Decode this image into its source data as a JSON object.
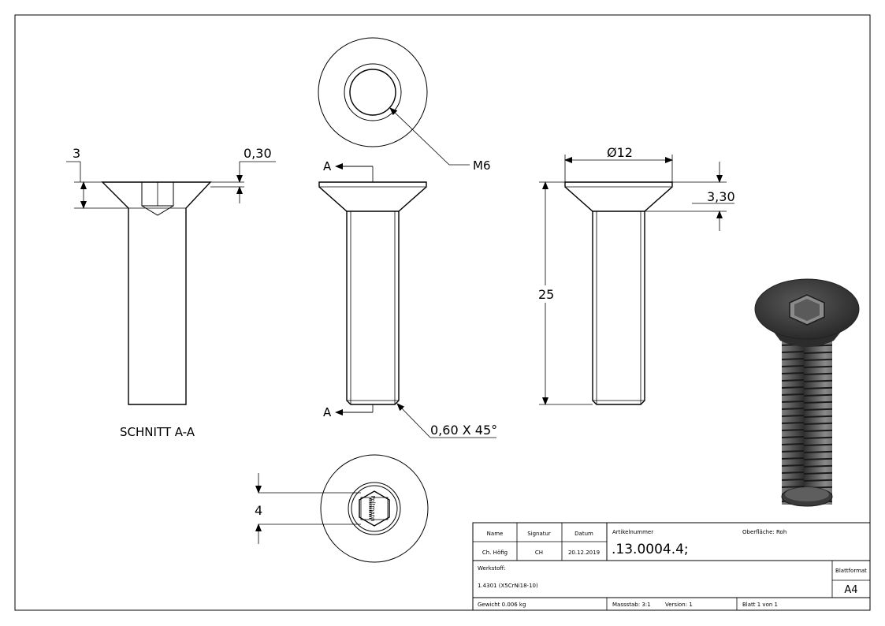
{
  "dimensions": {
    "head_thickness": "3",
    "head_offset": "0,30",
    "head_diameter": "Ø12",
    "head_height": "3,30",
    "length": "25",
    "chamfer": "0,60 X 45°",
    "hex_size": "4",
    "thread": "M6"
  },
  "views": {
    "section_label": "SCHNITT A-A",
    "cut_marker": "A",
    "hex_engraving": "Poltmann"
  },
  "title_block": {
    "headers": {
      "name": "Name",
      "signatur": "Signatur",
      "datum": "Datum"
    },
    "name_value": "Ch. Höfig",
    "signatur_value": "CH",
    "datum_value": "20.12.2019",
    "artikelnummer_label": "Artikelnummer",
    "artikelnummer_value": ".13.0004.4;",
    "oberflaeche": "Oberfläche:  Roh",
    "werkstoff_label": "Werkstoff:",
    "werkstoff_value": "1.4301 (X5CrNi18-10)",
    "blattformat_label": "Blattformat",
    "blattformat_value": "A4",
    "gewicht": "Gewicht 0.006 kg",
    "massstab": "Massstab: 3:1",
    "version": "Version: 1",
    "blatt": "Blatt 1 von 1"
  },
  "colors": {
    "line": "#000000",
    "paper": "#ffffff",
    "render_dark": "#3a3a3a",
    "render_light": "#8a8a8a"
  }
}
